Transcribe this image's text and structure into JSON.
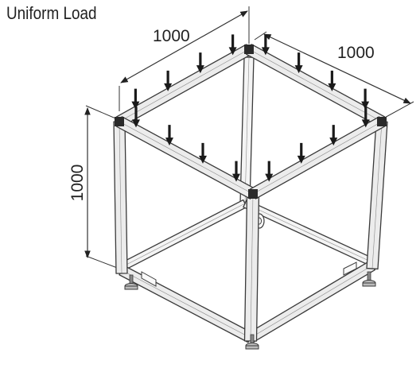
{
  "title": "Uniform Load",
  "dimensions": {
    "width": "1000",
    "depth": "1000",
    "height": "1000"
  },
  "colors": {
    "frame_fill": "#ececec",
    "frame_stroke": "#3a3a3a",
    "arrow": "#1a1a1a",
    "joint": "#2a2a2a"
  },
  "icons": [
    "load-arrow-icon",
    "leveling-foot-icon",
    "caster-icon"
  ]
}
